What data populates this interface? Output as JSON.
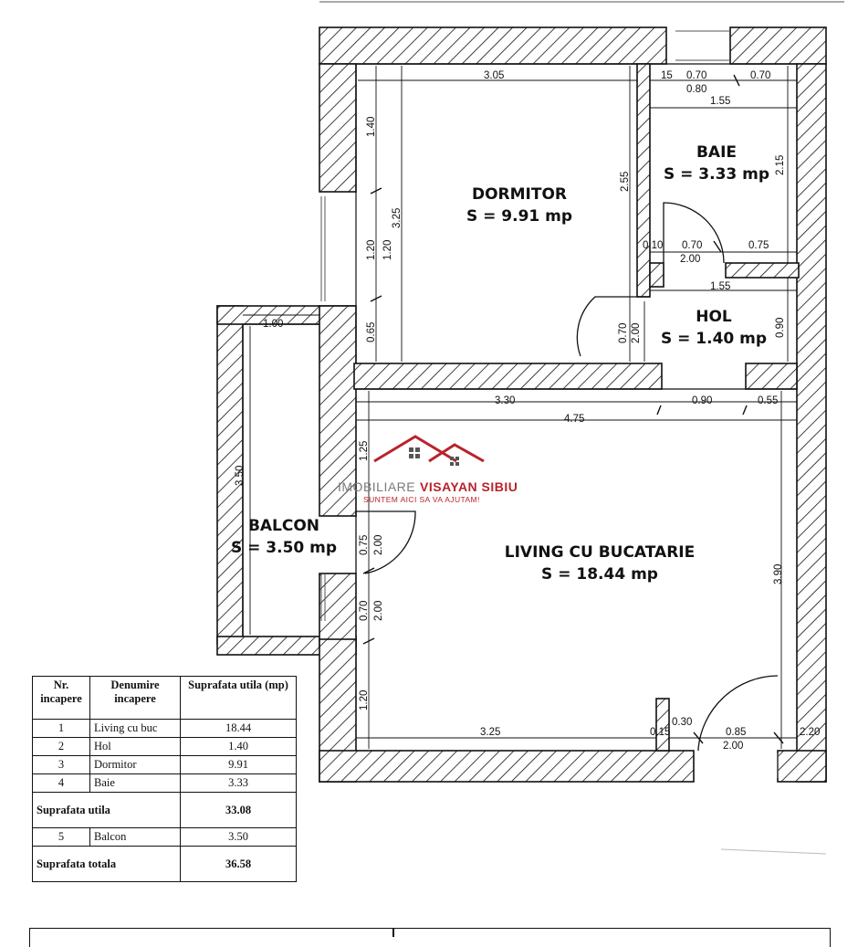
{
  "rooms": {
    "dormitor": {
      "name": "DORMITOR",
      "area": "S = 9.91 mp"
    },
    "baie": {
      "name": "BAIE",
      "area": "S = 3.33 mp"
    },
    "hol": {
      "name": "HOL",
      "area": "S = 1.40 mp"
    },
    "balcon": {
      "name": "BALCON",
      "area": "S = 3.50 mp"
    },
    "living": {
      "name": "LIVING CU BUCATARIE",
      "area": "S = 18.44 mp"
    }
  },
  "dims": {
    "d_305": "3.05",
    "d_015": "15",
    "d_070a": "0.70",
    "d_080": "0.80",
    "d_070b": "0.70",
    "d_155a": "1.55",
    "d_140": "1.40",
    "d_325v": "3.25",
    "d_120a": "1.20",
    "d_120b": "1.20",
    "d_065": "0.65",
    "d_255": "2.55",
    "d_215": "2.15",
    "d_010": "0.10",
    "d_070c": "0.70",
    "d_075a": "0.75",
    "d_200a": "2.00",
    "d_155b": "1.55",
    "d_070d": "0.70",
    "d_200b": "2.00",
    "d_090v": "0.90",
    "d_100": "1.00",
    "d_350": "3.50",
    "d_330": "3.30",
    "d_090h": "0.90",
    "d_055": "0.55",
    "d_475": "4.75",
    "d_125": "1.25",
    "d_075b": "0.75",
    "d_200c": "2.00",
    "d_070e": "0.70",
    "d_200d": "2.00",
    "d_390": "3.90",
    "d_120c": "1.20",
    "d_325h": "3.25",
    "d_015b": "0.15",
    "d_030": "0.30",
    "d_085": "0.85",
    "d_200e": "2.00",
    "d_220": "2.20"
  },
  "watermark": {
    "brand_a": "IMOBILIARE",
    "brand_b": "VISAYAN SIBIU",
    "tagline": "SUNTEM AICI SA VA AJUTAM!"
  },
  "table": {
    "headers": [
      "Nr. incapere",
      "Denumire incapere",
      "Suprafata utila (mp)"
    ],
    "rows": [
      {
        "nr": "1",
        "name": "Living cu buc",
        "area": "18.44"
      },
      {
        "nr": "2",
        "name": "Hol",
        "area": "1.40"
      },
      {
        "nr": "3",
        "name": "Dormitor",
        "area": "9.91"
      },
      {
        "nr": "4",
        "name": "Baie",
        "area": "3.33"
      }
    ],
    "subtotal_label": "Suprafata utila",
    "subtotal_value": "33.08",
    "balcony_row": {
      "nr": "5",
      "name": "Balcon",
      "area": "3.50"
    },
    "total_label": "Suprafata totala",
    "total_value": "36.58"
  },
  "colors": {
    "line": "#111111",
    "brand_red": "#b8232c",
    "brand_gray": "#7a7a7a"
  }
}
